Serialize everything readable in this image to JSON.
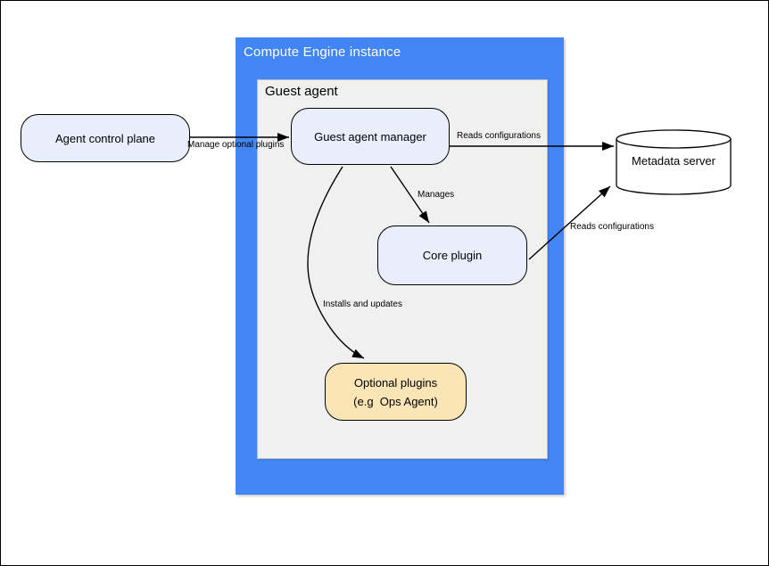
{
  "diagram": {
    "compute_engine_title": "Compute Engine instance",
    "guest_agent_title": "Guest agent",
    "nodes": {
      "agent_control_plane": "Agent control plane",
      "guest_agent_manager": "Guest agent manager",
      "core_plugin": "Core plugin",
      "optional_plugins_line1": "Optional plugins",
      "optional_plugins_line2": "(e.g  Ops Agent)",
      "metadata_server": "Metadata server"
    },
    "edge_labels": {
      "manage_optional_plugins": "Manage optional plugins",
      "reads_configurations_top": "Reads configurations",
      "manages": "Manages",
      "installs_and_updates": "Installs and updates",
      "reads_configurations_bottom": "Reads configurations"
    },
    "colors": {
      "container_blue": "#4285F4",
      "panel_gray_fill": "#F0F0F1",
      "panel_gray_border": "#BFBFBF",
      "node_blue_fill": "#E8EEFB",
      "node_yellow_fill": "#FAE5B6",
      "cylinder_fill": "#FFFFFF",
      "connector_stroke": "#000000"
    }
  }
}
